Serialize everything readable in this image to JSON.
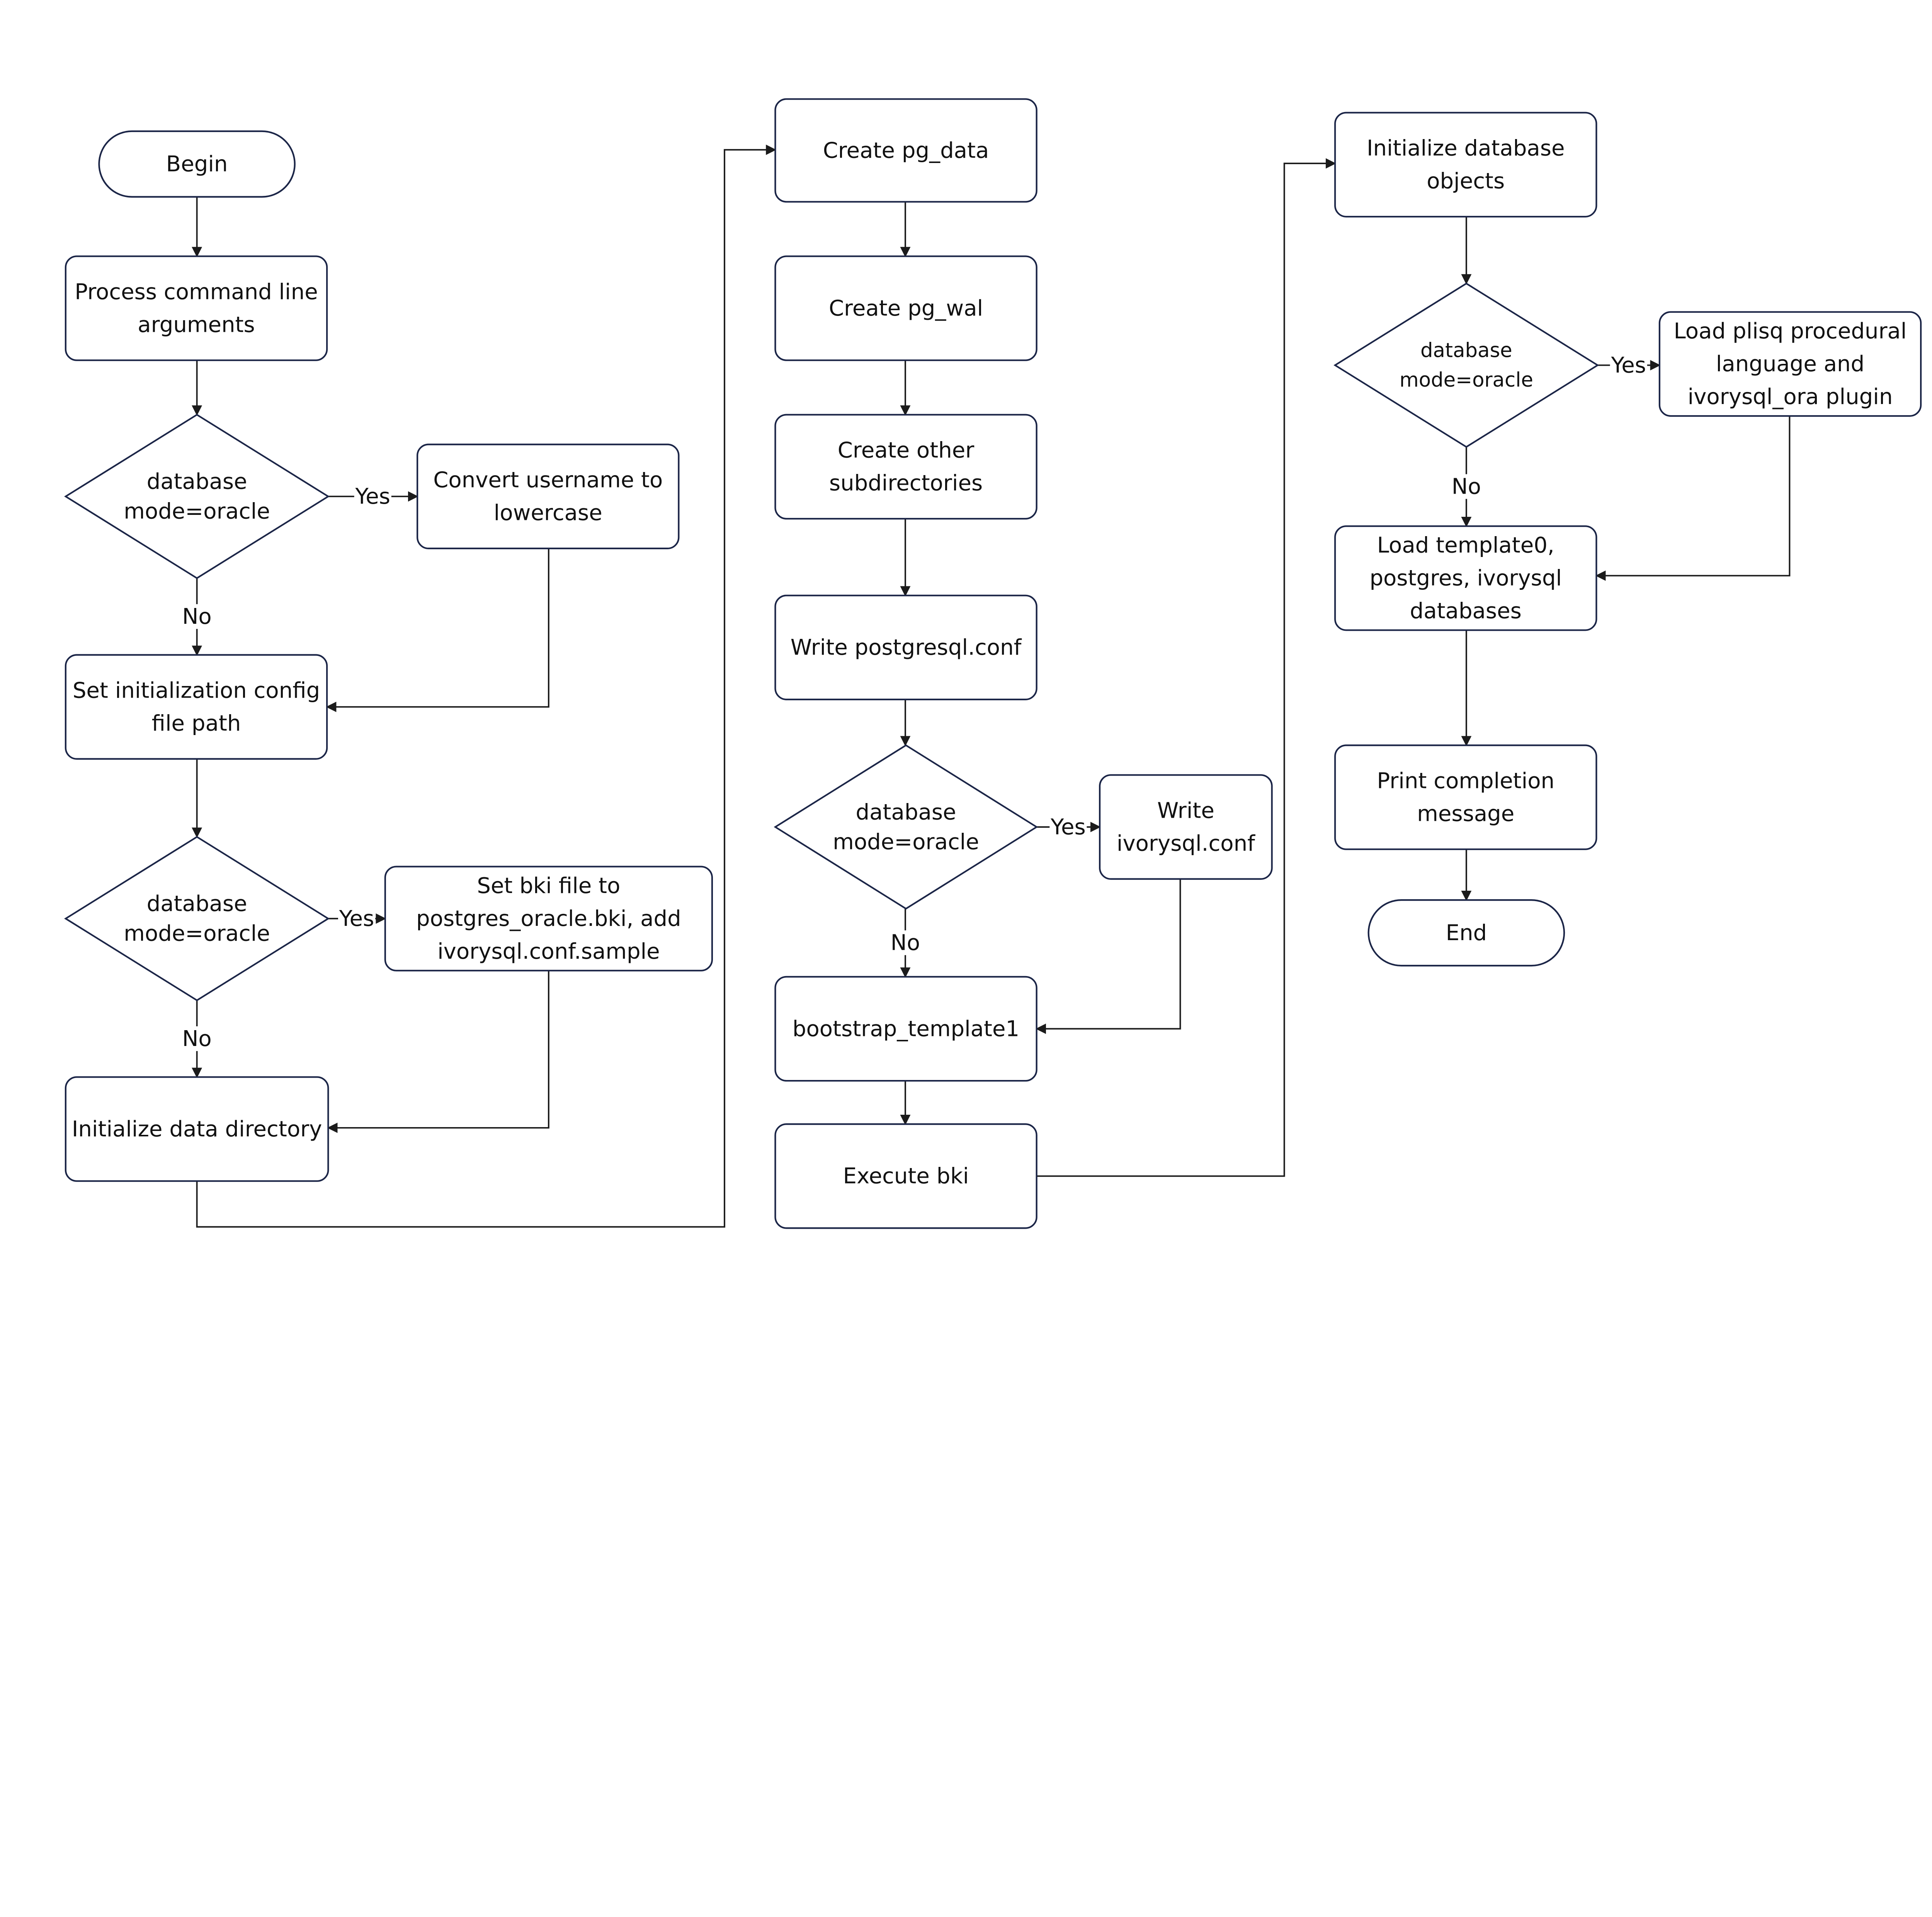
{
  "colors": {
    "shape_stroke": "#1b2547",
    "edge": "#1b1b1b",
    "background": "#ffffff"
  },
  "nodes": {
    "begin": {
      "type": "terminal",
      "lines": [
        "Begin"
      ]
    },
    "process_args": {
      "type": "process",
      "lines": [
        "Process command line",
        "arguments"
      ]
    },
    "decision1": {
      "type": "decision",
      "lines": [
        "database",
        "mode=oracle"
      ]
    },
    "convert_username": {
      "type": "process",
      "lines": [
        "Convert username to",
        "lowercase"
      ]
    },
    "set_config_path": {
      "type": "process",
      "lines": [
        "Set initialization config",
        "file path"
      ]
    },
    "decision2": {
      "type": "decision",
      "lines": [
        "database",
        "mode=oracle"
      ]
    },
    "set_bki": {
      "type": "process",
      "lines": [
        "Set bki file to",
        "postgres_oracle.bki, add",
        "ivorysql.conf.sample"
      ]
    },
    "init_data_dir": {
      "type": "process",
      "lines": [
        "Initialize data directory"
      ]
    },
    "create_pg_data": {
      "type": "process",
      "lines": [
        "Create pg_data"
      ]
    },
    "create_pg_wal": {
      "type": "process",
      "lines": [
        "Create pg_wal"
      ]
    },
    "create_subdirs": {
      "type": "process",
      "lines": [
        "Create other",
        "subdirectories"
      ]
    },
    "write_postgresql_conf": {
      "type": "process",
      "lines": [
        "Write postgresql.conf"
      ]
    },
    "decision3": {
      "type": "decision",
      "lines": [
        "database",
        "mode=oracle"
      ]
    },
    "write_ivorysql_conf": {
      "type": "process",
      "lines": [
        "Write",
        "ivorysql.conf"
      ]
    },
    "bootstrap_template1": {
      "type": "process",
      "lines": [
        "bootstrap_template1"
      ]
    },
    "execute_bki": {
      "type": "process",
      "lines": [
        "Execute bki"
      ]
    },
    "init_db_objects": {
      "type": "process",
      "lines": [
        "Initialize database",
        "objects"
      ]
    },
    "decision4": {
      "type": "decision",
      "lines": [
        "database",
        "mode=oracle"
      ]
    },
    "load_plisql": {
      "type": "process",
      "lines": [
        "Load plisq procedural",
        "language and",
        "ivorysql_ora plugin"
      ]
    },
    "load_templates": {
      "type": "process",
      "lines": [
        "Load template0,",
        "postgres, ivorysql",
        "databases"
      ]
    },
    "print_completion": {
      "type": "process",
      "lines": [
        "Print completion",
        "message"
      ]
    },
    "end": {
      "type": "terminal",
      "lines": [
        "End"
      ]
    }
  },
  "edges": [
    {
      "from": "begin",
      "to": "process_args",
      "label": ""
    },
    {
      "from": "process_args",
      "to": "decision1",
      "label": ""
    },
    {
      "from": "decision1",
      "to": "convert_username",
      "label": "Yes"
    },
    {
      "from": "decision1",
      "to": "set_config_path",
      "label": "No"
    },
    {
      "from": "convert_username",
      "to": "set_config_path",
      "label": ""
    },
    {
      "from": "set_config_path",
      "to": "decision2",
      "label": ""
    },
    {
      "from": "decision2",
      "to": "set_bki",
      "label": "Yes"
    },
    {
      "from": "decision2",
      "to": "init_data_dir",
      "label": "No"
    },
    {
      "from": "set_bki",
      "to": "init_data_dir",
      "label": ""
    },
    {
      "from": "init_data_dir",
      "to": "create_pg_data",
      "label": ""
    },
    {
      "from": "create_pg_data",
      "to": "create_pg_wal",
      "label": ""
    },
    {
      "from": "create_pg_wal",
      "to": "create_subdirs",
      "label": ""
    },
    {
      "from": "create_subdirs",
      "to": "write_postgresql_conf",
      "label": ""
    },
    {
      "from": "write_postgresql_conf",
      "to": "decision3",
      "label": ""
    },
    {
      "from": "decision3",
      "to": "write_ivorysql_conf",
      "label": "Yes"
    },
    {
      "from": "decision3",
      "to": "bootstrap_template1",
      "label": "No"
    },
    {
      "from": "write_ivorysql_conf",
      "to": "bootstrap_template1",
      "label": ""
    },
    {
      "from": "bootstrap_template1",
      "to": "execute_bki",
      "label": ""
    },
    {
      "from": "execute_bki",
      "to": "init_db_objects",
      "label": ""
    },
    {
      "from": "init_db_objects",
      "to": "decision4",
      "label": ""
    },
    {
      "from": "decision4",
      "to": "load_plisql",
      "label": "Yes"
    },
    {
      "from": "decision4",
      "to": "load_templates",
      "label": "No"
    },
    {
      "from": "load_plisql",
      "to": "load_templates",
      "label": ""
    },
    {
      "from": "load_templates",
      "to": "print_completion",
      "label": ""
    },
    {
      "from": "print_completion",
      "to": "end",
      "label": ""
    }
  ]
}
